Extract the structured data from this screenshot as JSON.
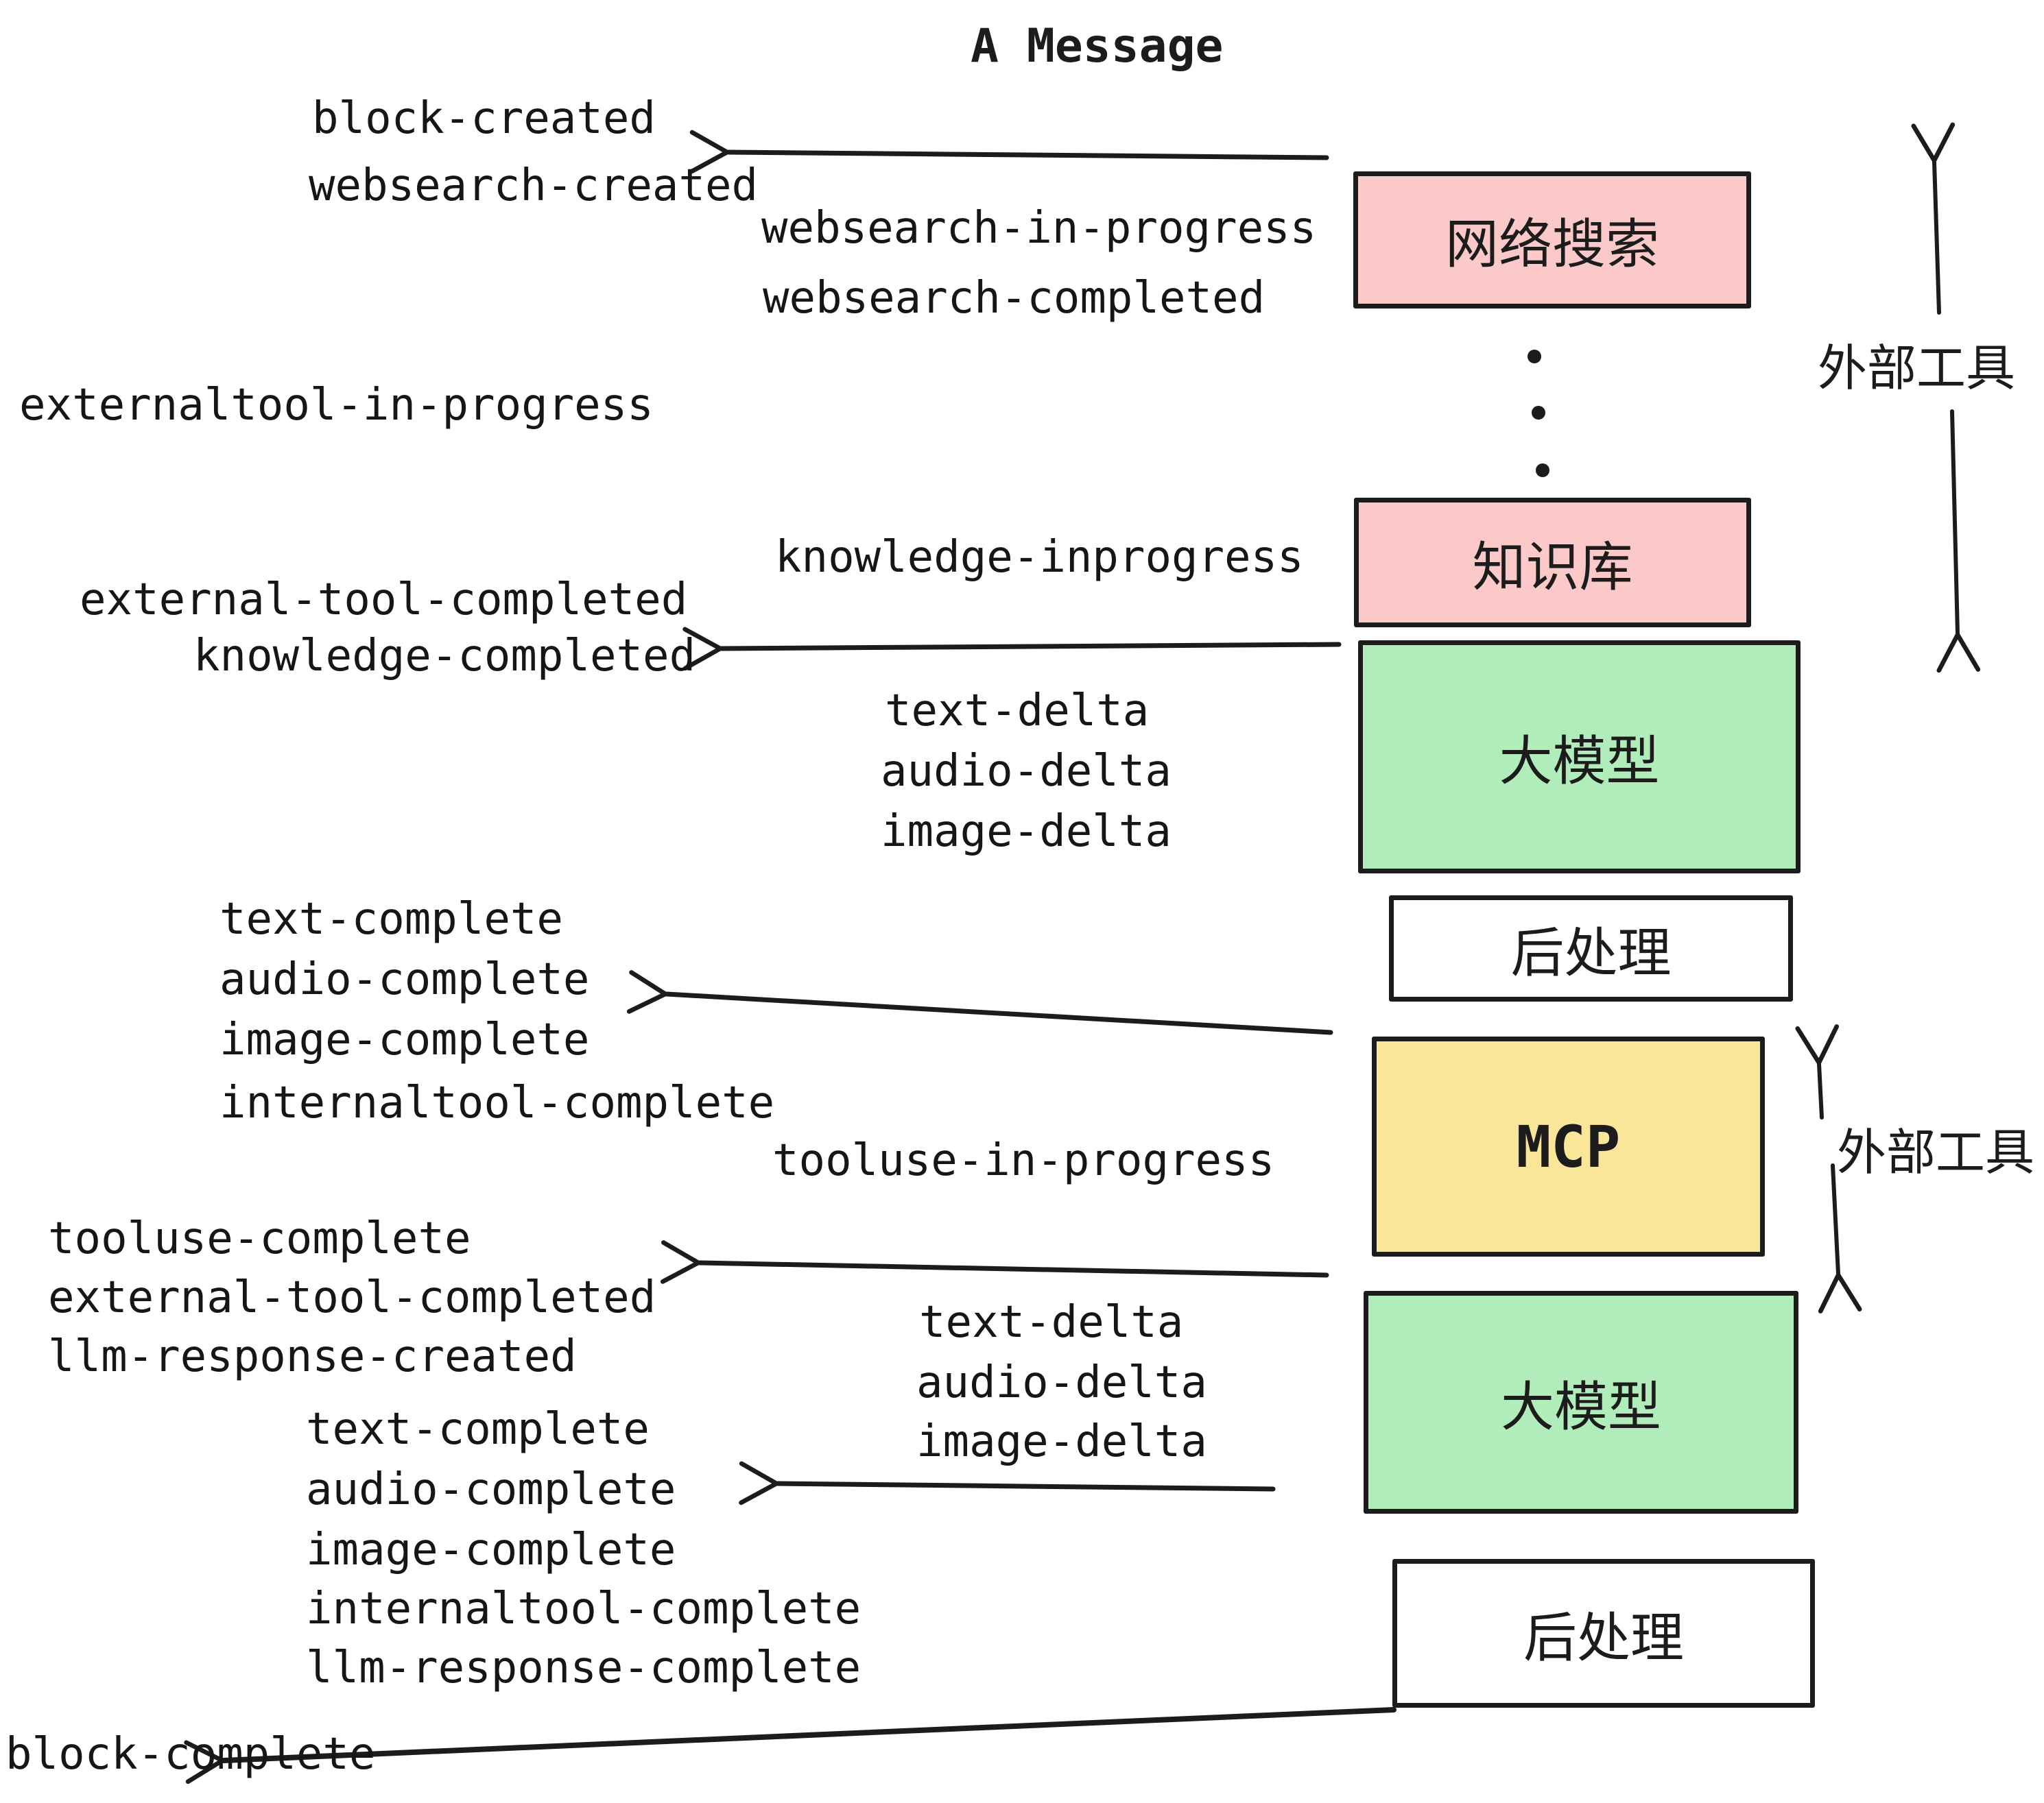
{
  "title": "A Message",
  "colors": {
    "background": "#ffffff",
    "ink": "#1c1c1c",
    "box_pink": "#fcc9c9",
    "box_green": "#b0edba",
    "box_yellow": "#fae699",
    "box_white": "#ffffff"
  },
  "boxes": {
    "websearch": "网络搜索",
    "knowledge": "知识库",
    "llm_top": "大模型",
    "post_top": "后处理",
    "mcp": "MCP",
    "llm_bottom": "大模型",
    "post_bottom": "后处理"
  },
  "side_labels": {
    "external_tools_top": "外部工具",
    "external_tools_bottom": "外部工具"
  },
  "events": {
    "block_created": "block-created",
    "websearch_created": "websearch-created",
    "websearch_in_progress": "websearch-in-progress",
    "websearch_completed": "websearch-completed",
    "externaltool_in_progress": "externaltool-in-progress",
    "knowledge_inprogress": "knowledge-inprogress",
    "external_tool_completed_top": "external-tool-completed",
    "knowledge_completed": "knowledge-completed",
    "text_delta_top": "text-delta",
    "audio_delta_top": "audio-delta",
    "image_delta_top": "image-delta",
    "text_complete_top": "text-complete",
    "audio_complete_top": "audio-complete",
    "image_complete_top": "image-complete",
    "internaltool_complete_top": "internaltool-complete",
    "tooluse_in_progress": "tooluse-in-progress",
    "tooluse_complete": "tooluse-complete",
    "external_tool_completed_bottom": "external-tool-completed",
    "llm_response_created": "llm-response-created",
    "text_delta_bottom": "text-delta",
    "audio_delta_bottom": "audio-delta",
    "image_delta_bottom": "image-delta",
    "text_complete_bottom": "text-complete",
    "audio_complete_bottom": "audio-complete",
    "image_complete_bottom": "image-complete",
    "internaltool_complete_bottom": "internaltool-complete",
    "llm_response_complete": "llm-response-complete",
    "block_complete": "block-complete"
  }
}
